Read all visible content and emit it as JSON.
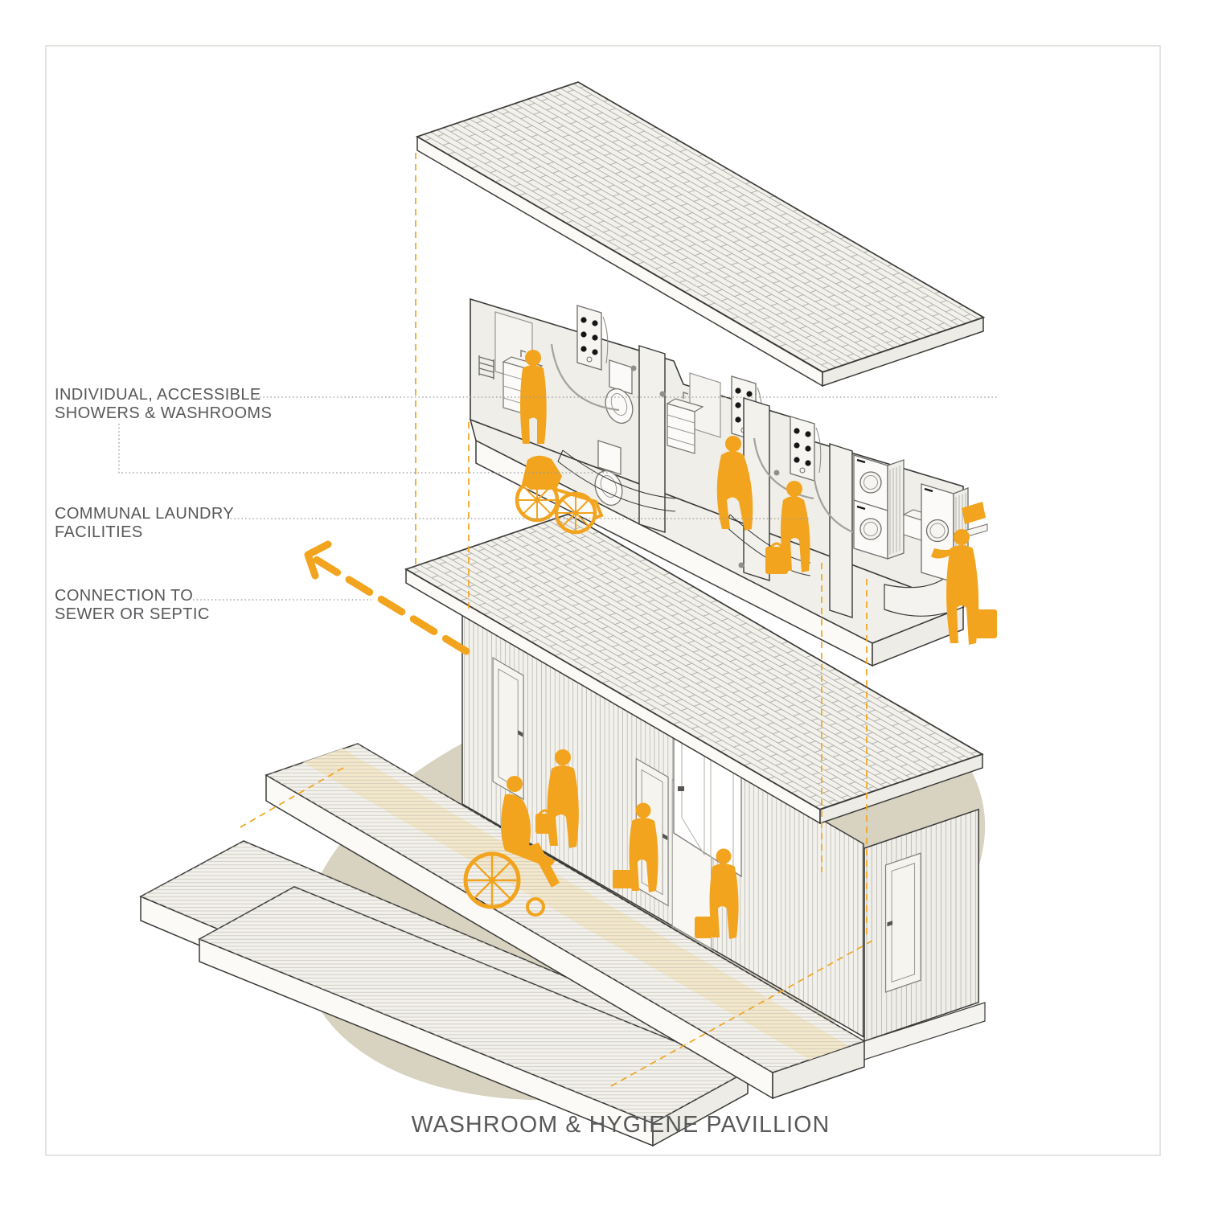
{
  "page": {
    "title_caption": "WASHROOM & HYGIENE PAVILLION"
  },
  "annotations": {
    "showers": {
      "line1": "INDIVIDUAL, ACCESSIBLE",
      "line2": "SHOWERS & WASHROOMS"
    },
    "laundry": {
      "line1": "COMMUNAL LAUNDRY",
      "line2": "FACILITIES"
    },
    "sewer": {
      "line1": "CONNECTION TO",
      "line2": "SEWER OR SEPTIC"
    }
  },
  "colors": {
    "accent_orange": "#F2A41E",
    "ground_beige": "#D8D2C0",
    "walkway_beige": "#F4E8CB",
    "surface_offwhite": "#F2F1EC",
    "outline_dark": "#3A3A38",
    "detail_gray": "#8F8F8B",
    "label_gray": "#57585A",
    "frame_gray": "#DCDCD6"
  },
  "scene": {
    "type": "exploded axonometric diagram",
    "layers": [
      {
        "name": "roof-panel",
        "description": "shingled flat roof slab"
      },
      {
        "name": "washroom-interior",
        "description": "individual accessible shower and washroom stalls with communal laundry"
      },
      {
        "name": "pavilion-building",
        "description": "pavilion volume with vertical siding, doors and raised walkway deck"
      },
      {
        "name": "access-ramp",
        "description": "detached accessible ramp walkway slabs"
      },
      {
        "name": "ground-pad",
        "description": "beige site ground ellipse"
      }
    ],
    "figures": [
      "person-at-accessible-sink",
      "wheelchair",
      "person-in-shower-stall",
      "person-with-suitcase",
      "person-loading-laundry",
      "person-with-handbag-on-deck",
      "wheelchair-user-on-ramp",
      "person-with-briefcase",
      "person-with-bag-at-far-door"
    ]
  }
}
